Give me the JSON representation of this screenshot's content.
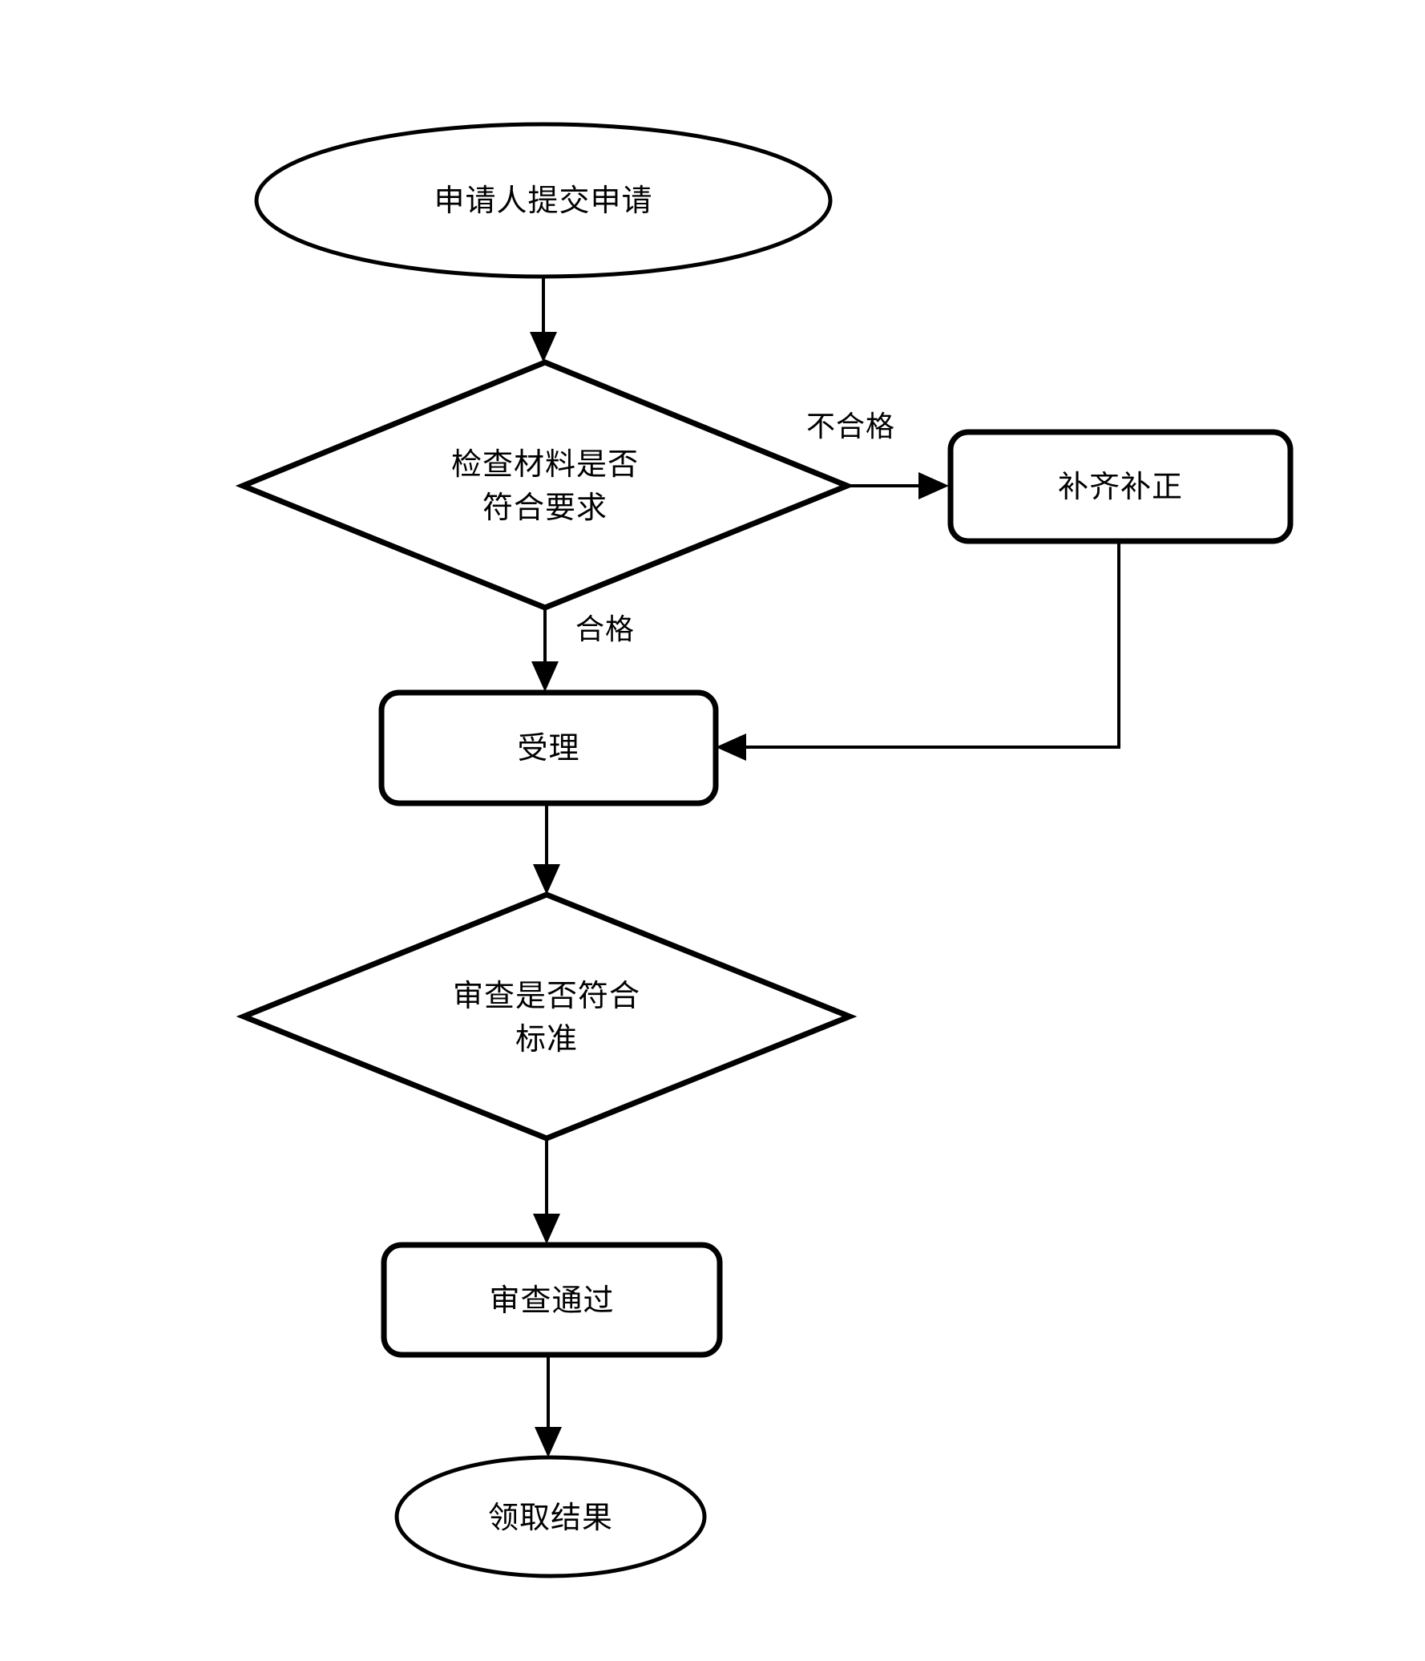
{
  "diagram": {
    "type": "flowchart",
    "orientation": "top-to-bottom",
    "background_color": "#ffffff",
    "line_color": "#000000",
    "nodes": [
      {
        "id": "submit",
        "shape": "ellipse",
        "label": "申请人提交申请",
        "role": "start"
      },
      {
        "id": "check-materials",
        "shape": "diamond",
        "label": "检查材料是否\n符合要求",
        "role": "decision"
      },
      {
        "id": "supplement",
        "shape": "rounded-rect",
        "label": "补齐补正",
        "role": "process"
      },
      {
        "id": "accept",
        "shape": "rounded-rect",
        "label": "受理",
        "role": "process"
      },
      {
        "id": "review-standard",
        "shape": "diamond",
        "label": "审查是否符合\n标准",
        "role": "decision"
      },
      {
        "id": "review-passed",
        "shape": "rounded-rect",
        "label": "审查通过",
        "role": "process"
      },
      {
        "id": "collect-result",
        "shape": "ellipse",
        "label": "领取结果",
        "role": "end"
      }
    ],
    "edges": [
      {
        "id": "e1",
        "from": "submit",
        "to": "check-materials",
        "label": ""
      },
      {
        "id": "e2",
        "from": "check-materials",
        "to": "supplement",
        "label": "不合格"
      },
      {
        "id": "e3",
        "from": "check-materials",
        "to": "accept",
        "label": "合格"
      },
      {
        "id": "e4",
        "from": "supplement",
        "to": "accept",
        "label": ""
      },
      {
        "id": "e5",
        "from": "accept",
        "to": "review-standard",
        "label": ""
      },
      {
        "id": "e6",
        "from": "review-standard",
        "to": "review-passed",
        "label": ""
      },
      {
        "id": "e7",
        "from": "review-passed",
        "to": "collect-result",
        "label": ""
      }
    ],
    "edge_labels": {
      "fail": "不合格",
      "pass": "合格"
    }
  }
}
